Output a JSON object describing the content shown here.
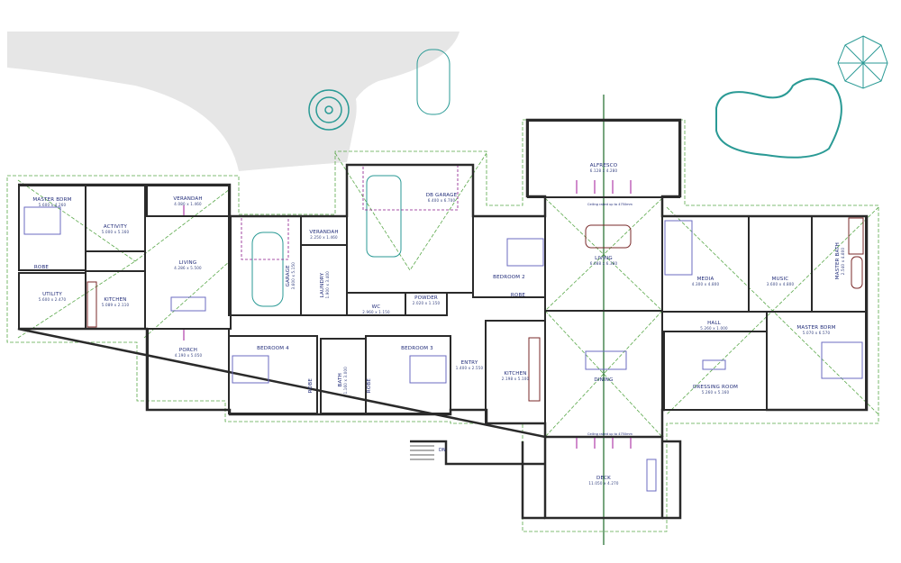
{
  "plan": {
    "rooms": [
      {
        "id": "master-bdrm-west",
        "name": "MASTER BDRM",
        "dims": "5.600 x 4.260"
      },
      {
        "id": "activity",
        "name": "ACTIVITY",
        "dims": "5.000 x 5.160"
      },
      {
        "id": "verandah-west",
        "name": "VERANDAH",
        "dims": "4.080 x 1.460"
      },
      {
        "id": "living-west",
        "name": "LIVING",
        "dims": "4.286 x 5.500"
      },
      {
        "id": "robe-west",
        "name": "ROBE",
        "dims": ""
      },
      {
        "id": "utility",
        "name": "UTILITY",
        "dims": "5.600 x 2.470"
      },
      {
        "id": "kitchen-west",
        "name": "KITCHEN",
        "dims": "5.089 x 2.110"
      },
      {
        "id": "porch",
        "name": "PORCH",
        "dims": "4.190 x 5.050"
      },
      {
        "id": "garage",
        "name": "GARAGE",
        "dims": "3.600 x 5.150"
      },
      {
        "id": "verandah-mid",
        "name": "VERANDAH",
        "dims": "2.250 x 1.460"
      },
      {
        "id": "laundry",
        "name": "LAUNDRY",
        "dims": "1.900 x 3.400"
      },
      {
        "id": "db-garage",
        "name": "DB GARAGE",
        "dims": "6.400 x 6.700"
      },
      {
        "id": "wc",
        "name": "WC",
        "dims": "2.960 x 1.150"
      },
      {
        "id": "powder",
        "name": "POWDER",
        "dims": "2.020 x 1.150"
      },
      {
        "id": "bedroom-4",
        "name": "BEDROOM 4",
        "dims": ""
      },
      {
        "id": "robe-4",
        "name": "ROBE",
        "dims": ""
      },
      {
        "id": "bath",
        "name": "BATH",
        "dims": "1.160 x 3.000"
      },
      {
        "id": "robe-3",
        "name": "ROBE",
        "dims": ""
      },
      {
        "id": "bedroom-3",
        "name": "BEDROOM 3",
        "dims": ""
      },
      {
        "id": "entry",
        "name": "ENTRY",
        "dims": "1.400 x 2.550"
      },
      {
        "id": "kitchen-main",
        "name": "KITCHEN",
        "dims": "2.198 x 5.100"
      },
      {
        "id": "bedroom-2",
        "name": "BEDROOM 2",
        "dims": ""
      },
      {
        "id": "robe-2",
        "name": "ROBE",
        "dims": ""
      },
      {
        "id": "alfresco",
        "name": "ALFRESCO",
        "dims": "6.128 x 4.280"
      },
      {
        "id": "living-main",
        "name": "LIVING",
        "dims": "6.088 x 6.380"
      },
      {
        "id": "dining",
        "name": "DINING",
        "dims": ""
      },
      {
        "id": "deck",
        "name": "DECK",
        "dims": "11.050 x 4.270"
      },
      {
        "id": "media",
        "name": "MEDIA",
        "dims": "4.300 x 4.800"
      },
      {
        "id": "music",
        "name": "MUSIC",
        "dims": "3.600 x 4.800"
      },
      {
        "id": "master-bath",
        "name": "MASTER BATH",
        "dims": "2.540 x 4.800"
      },
      {
        "id": "hall",
        "name": "HALL",
        "dims": "5.260 x 1.000"
      },
      {
        "id": "dressing-room",
        "name": "DRESSING ROOM",
        "dims": "5.260 x 5.160"
      },
      {
        "id": "master-bdrm-east",
        "name": "MASTER BDRM",
        "dims": "5.070 x 6.570"
      }
    ],
    "notes": {
      "ceiling_top": "Ceiling raked up to 4750mm",
      "ceiling_bottom": "Ceiling raked up to 4750mm",
      "dn": "DN"
    },
    "colors": {
      "wall": "#2a2a2a",
      "label": "#1f2a78",
      "roofline": "#5aa84a",
      "furniture": "#6b6bc0",
      "fixtures": "#7a2a2a",
      "vehicles": "#2a9a95",
      "doors": "#8a1a8a",
      "driveway": "#e6e6e6"
    }
  }
}
